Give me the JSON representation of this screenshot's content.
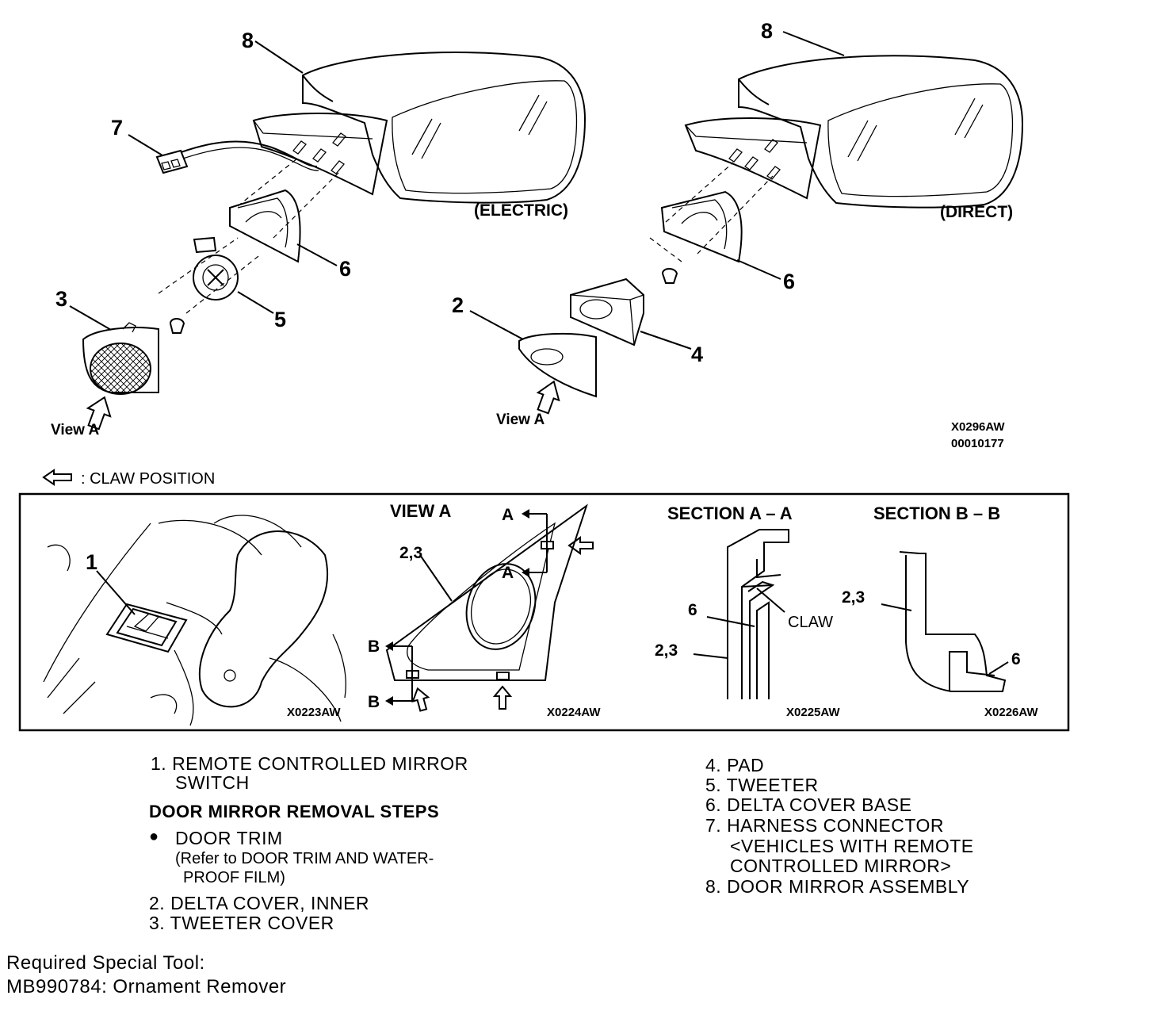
{
  "top_left": {
    "variant": "(ELECTRIC)",
    "callouts": {
      "c8": "8",
      "c7": "7",
      "c6": "6",
      "c5": "5",
      "c3": "3"
    },
    "view": "View A"
  },
  "top_right": {
    "variant": "(DIRECT)",
    "callouts": {
      "c8": "8",
      "c6": "6",
      "c4": "4",
      "c2": "2"
    },
    "view": "View A",
    "code1": "X0296AW",
    "code2": "00010177"
  },
  "claw_legend": ": CLAW POSITION",
  "panel": {
    "p1": {
      "callout": "1",
      "code": "X0223AW"
    },
    "p2": {
      "title": "VIEW A",
      "part": "2,3",
      "a_top": "A",
      "a_mid": "A",
      "b_top": "B",
      "b_bot": "B",
      "code": "X0224AW"
    },
    "p3": {
      "title": "SECTION A – A",
      "part6": "6",
      "part23": "2,3",
      "claw": "CLAW",
      "code": "X0225AW"
    },
    "p4": {
      "title": "SECTION B – B",
      "part23": "2,3",
      "part6": "6",
      "code": "X0226AW"
    }
  },
  "parts_left": {
    "item1_line1": "1. REMOTE  CONTROLLED  MIRROR",
    "item1_line2": "SWITCH",
    "steps_title": "DOOR MIRROR REMOVAL STEPS",
    "bullet": "●",
    "step_door_trim": "DOOR  TRIM",
    "step_ref1": "(Refer to DOOR TRIM AND WATER-",
    "step_ref2": "PROOF FILM)",
    "item2": "2. DELTA  COVER,  INNER",
    "item3": "3. TWEETER  COVER"
  },
  "parts_right": {
    "item4": "4. PAD",
    "item5": "5. TWEETER",
    "item6": "6. DELTA  COVER  BASE",
    "item7_line1": "7. HARNESS  CONNECTOR",
    "item7_line2": "<VEHICLES  WITH  REMOTE",
    "item7_line3": "CONTROLLED  MIRROR>",
    "item8": "8. DOOR  MIRROR  ASSEMBLY"
  },
  "tool": {
    "line1": "Required  Special  Tool:",
    "line2": "MB990784:  Ornament  Remover"
  }
}
